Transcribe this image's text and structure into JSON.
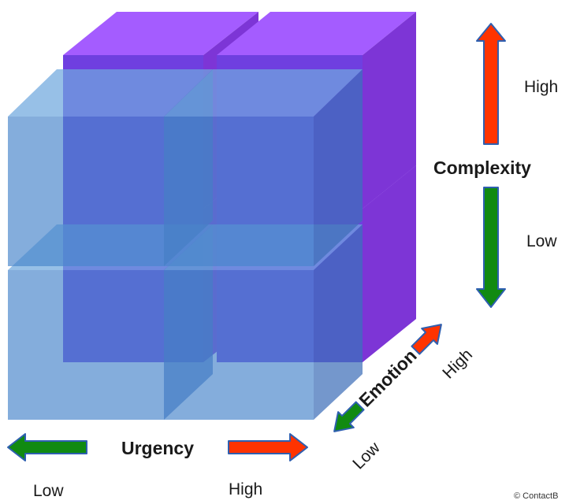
{
  "colors": {
    "back_top": "#a45cff",
    "back_side": "#7d35d6",
    "back_front": "#6f3fe0",
    "front_face": "#4a7ed6",
    "front_top": "#6fa8de",
    "front_side": "#3f6fb8",
    "arrow_high": "#ff3300",
    "arrow_low": "#118a11",
    "arrow_outline": "#2e5fb0"
  },
  "axes": {
    "complexity": {
      "title": "Complexity",
      "high": "High",
      "low": "Low"
    },
    "emotion": {
      "title": "Emotion",
      "high": "High",
      "low": "Low"
    },
    "urgency": {
      "title": "Urgency",
      "high": "High",
      "low": "Low"
    }
  },
  "copyright": "© ContactB"
}
